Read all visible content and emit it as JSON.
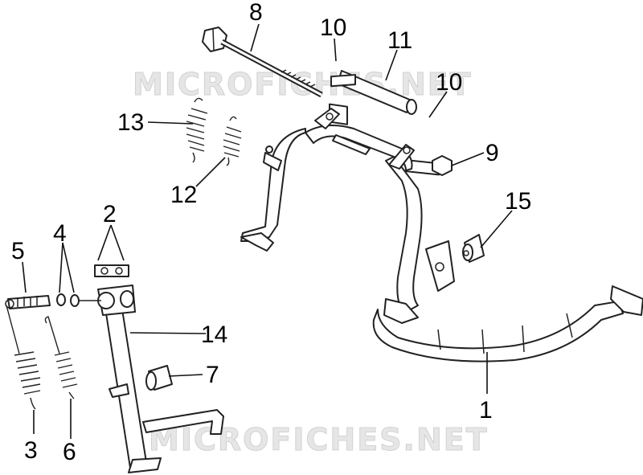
{
  "watermark": "MICROFICHES.NET",
  "callouts": [
    {
      "id": "1",
      "label": "1"
    },
    {
      "id": "2",
      "label": "2"
    },
    {
      "id": "3",
      "label": "3"
    },
    {
      "id": "4",
      "label": "4"
    },
    {
      "id": "5",
      "label": "5"
    },
    {
      "id": "6",
      "label": "6"
    },
    {
      "id": "7",
      "label": "7"
    },
    {
      "id": "8",
      "label": "8"
    },
    {
      "id": "9",
      "label": "9"
    },
    {
      "id": "10a",
      "label": "10"
    },
    {
      "id": "10b",
      "label": "10"
    },
    {
      "id": "11",
      "label": "11"
    },
    {
      "id": "12",
      "label": "12"
    },
    {
      "id": "13",
      "label": "13"
    },
    {
      "id": "14",
      "label": "14"
    },
    {
      "id": "15",
      "label": "15"
    }
  ]
}
